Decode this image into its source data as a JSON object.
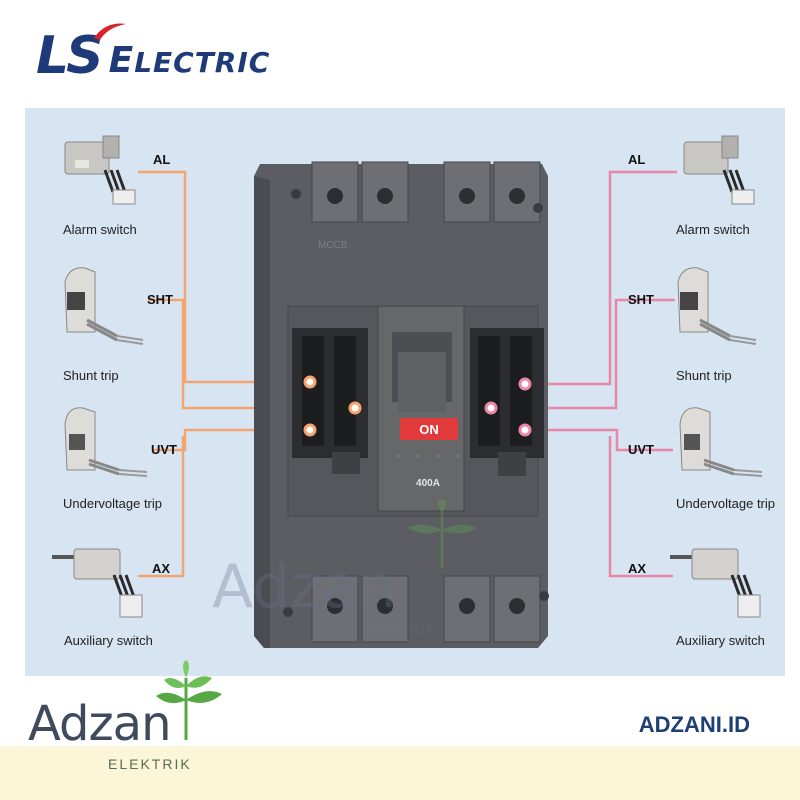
{
  "brand": {
    "ls": "LS",
    "electric_prefix": "E",
    "electric_rest": "LECTRIC",
    "color": "#1e3a78",
    "swoosh_color": "#d7232a"
  },
  "breaker": {
    "button_label": "ON",
    "rating_label": "400A",
    "type_label": "MCCB",
    "body_color": "#5b5d62"
  },
  "accessories": {
    "left": [
      {
        "code": "AL",
        "label": "Alarm switch",
        "icon": "alarm-switch-icon"
      },
      {
        "code": "SHT",
        "label": "Shunt trip",
        "icon": "shunt-trip-icon"
      },
      {
        "code": "UVT",
        "label": "Undervoltage trip",
        "icon": "undervoltage-trip-icon"
      },
      {
        "code": "AX",
        "label": "Auxiliary switch",
        "icon": "auxiliary-switch-icon"
      }
    ],
    "right": [
      {
        "code": "AL",
        "label": "Alarm switch",
        "icon": "alarm-switch-icon"
      },
      {
        "code": "SHT",
        "label": "Shunt trip",
        "icon": "shunt-trip-icon"
      },
      {
        "code": "UVT",
        "label": "Undervoltage trip",
        "icon": "undervoltage-trip-icon"
      },
      {
        "code": "AX",
        "label": "Auxiliary switch",
        "icon": "auxiliary-switch-icon"
      }
    ]
  },
  "wire_colors": {
    "left": "#f5a46e",
    "right": "#ea86a6"
  },
  "footer": {
    "logo_word": "Adzan",
    "logo_sub": "ELEKTRIK",
    "site": "ADZANI.ID"
  },
  "watermark": {
    "word": "Adzan",
    "sub": "ELEKTRIK"
  }
}
